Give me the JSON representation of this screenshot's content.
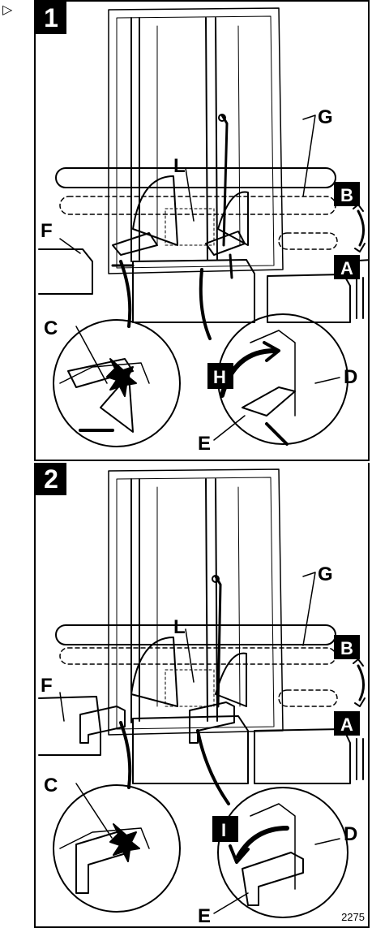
{
  "marker": "▷",
  "doc_number": "2275",
  "panels": [
    {
      "number": "1",
      "labels": {
        "G": "G",
        "L": "L",
        "B": "B",
        "A": "A",
        "F": "F",
        "C": "C",
        "H": "H",
        "D": "D",
        "E": "E"
      }
    },
    {
      "number": "2",
      "labels": {
        "G": "G",
        "L": "L",
        "B": "B",
        "A": "A",
        "F": "F",
        "C": "C",
        "I": "I",
        "D": "D",
        "E": "E"
      }
    }
  ]
}
